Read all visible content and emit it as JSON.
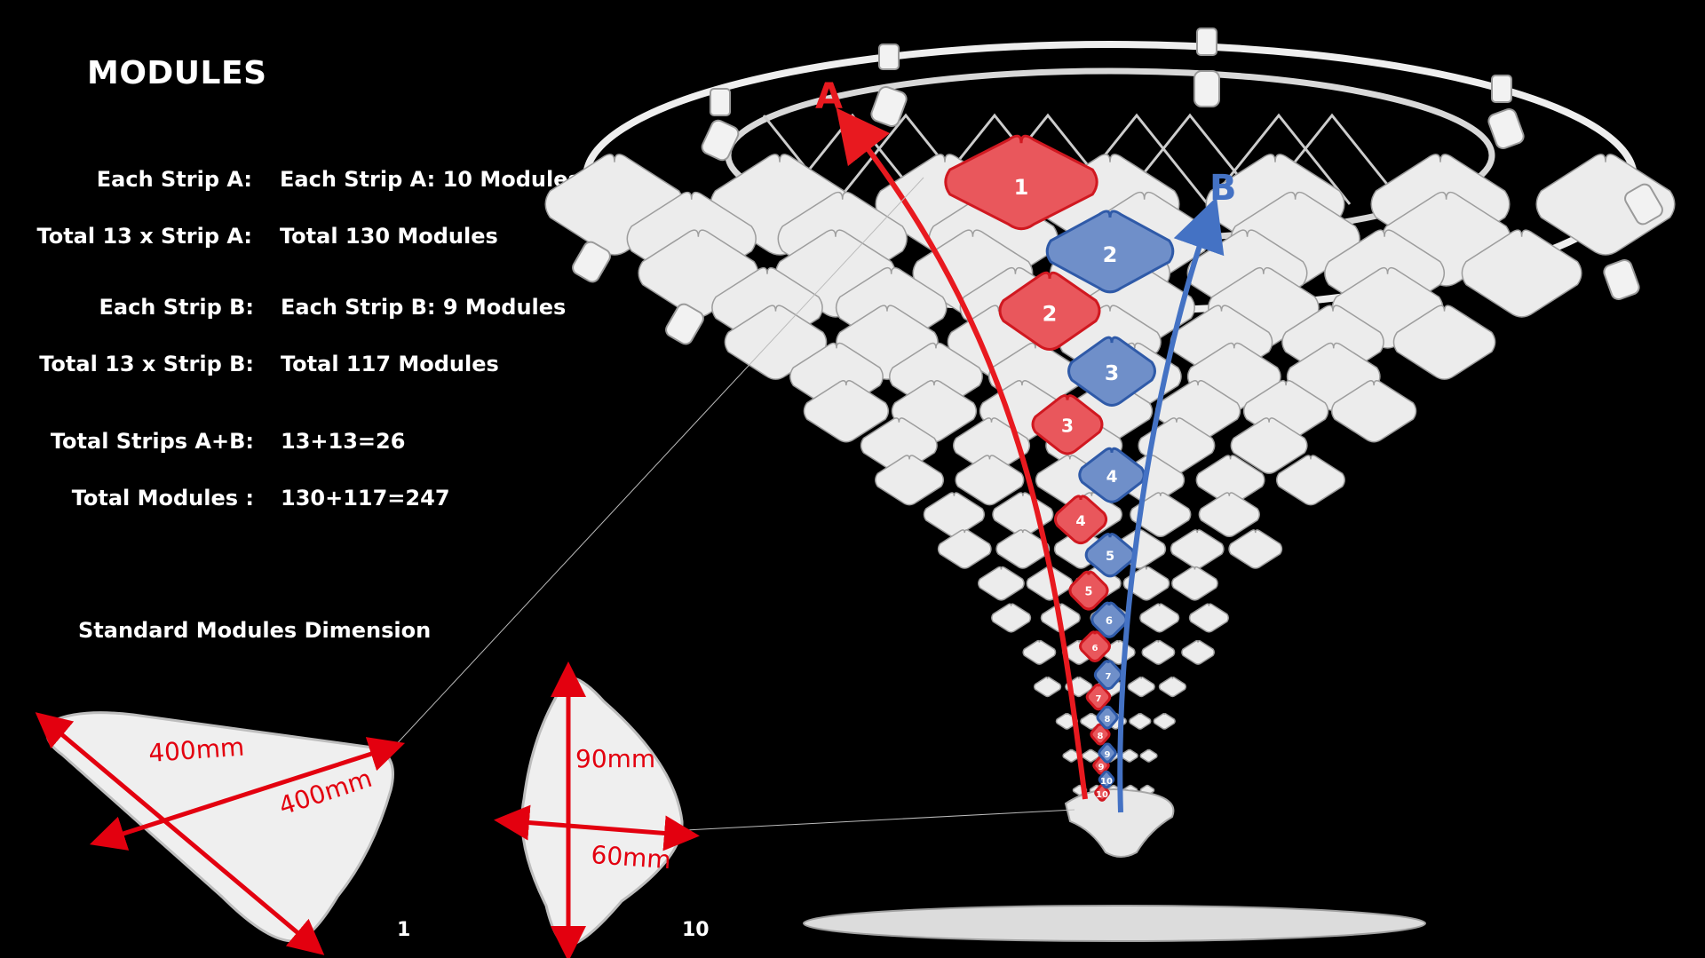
{
  "title": "MODULES",
  "stats": [
    {
      "label": "Each Strip A:",
      "value": "Each Strip A: 10 Modules"
    },
    {
      "label": "Total 13 x Strip A:",
      "value": "Total 130 Modules"
    },
    {
      "label": "Each Strip B:",
      "value": "Each Strip B: 9 Modules"
    },
    {
      "label": "Total 13 x Strip B:",
      "value": "Total 117 Modules"
    },
    {
      "label": "Total Strips A+B:",
      "value": "13+13=26"
    },
    {
      "label": "Total Modules :",
      "value": "130+117=247"
    }
  ],
  "dimension_heading": "Standard Modules Dimension",
  "module_large": {
    "dim1": "400mm",
    "dim2": "400mm",
    "caption": "1"
  },
  "module_small": {
    "dim1": "90mm",
    "dim2": "60mm",
    "caption": "10"
  },
  "strip_a": {
    "letter": "A",
    "color": "#e8191f",
    "modules": [
      "1",
      "2",
      "3",
      "4",
      "5",
      "6",
      "7",
      "8",
      "9",
      "10"
    ]
  },
  "strip_b": {
    "letter": "B",
    "color": "#4472c4",
    "modules": [
      "2",
      "3",
      "4",
      "5",
      "6",
      "7",
      "8",
      "9",
      "10"
    ]
  },
  "colors": {
    "module_red": "#e9575c",
    "module_blue": "#6f8fc9",
    "dimension": "#e3000f",
    "structure": "#e6e6e6"
  }
}
